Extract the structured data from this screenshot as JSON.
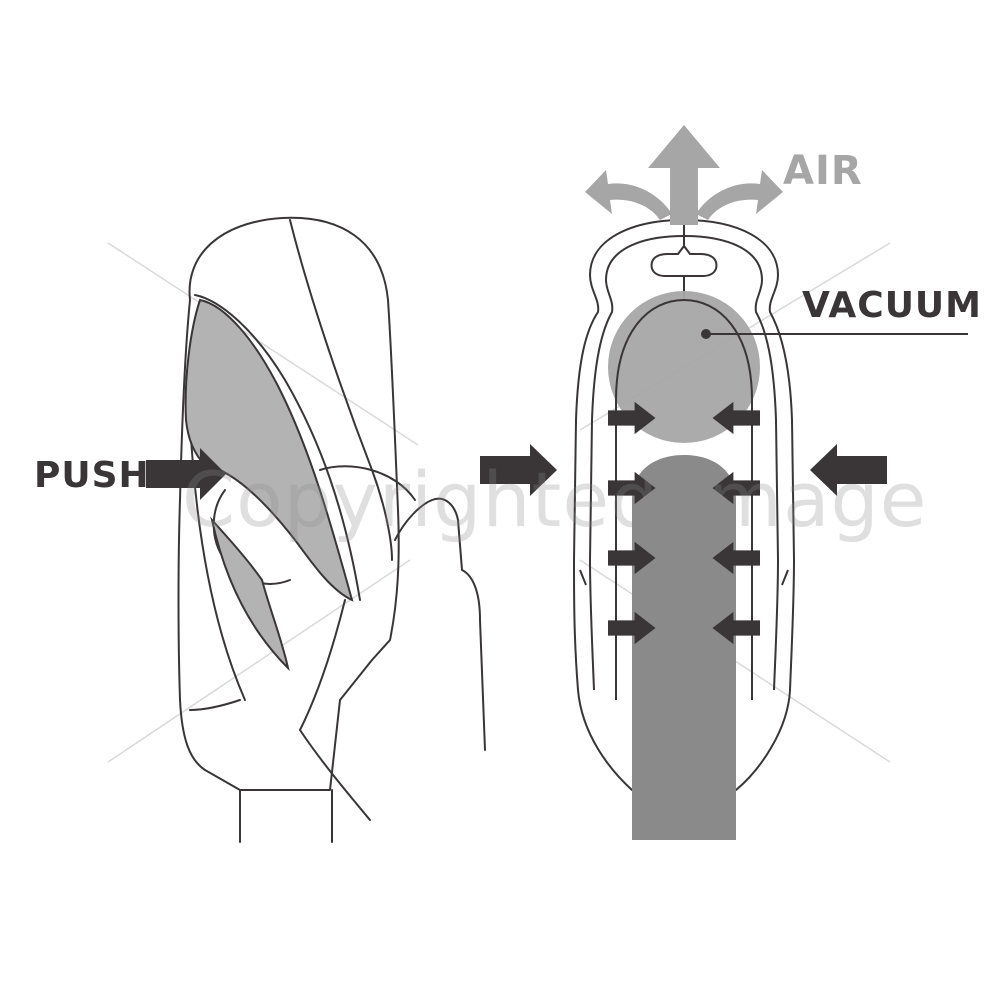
{
  "labels": {
    "push": "PUSH",
    "air": "AIR",
    "vacuum": "VACUUM"
  },
  "watermark": "Copyrighted Image",
  "colors": {
    "outline": "#3a3536",
    "dark_arrow": "#3a3536",
    "air_arrow": "#a6a6a6",
    "shaft": "#8a8a8a",
    "vacuum": "#a6a6a6",
    "sleeve_fill": "#b3b3b3",
    "watermark": "#8c8c8c"
  }
}
